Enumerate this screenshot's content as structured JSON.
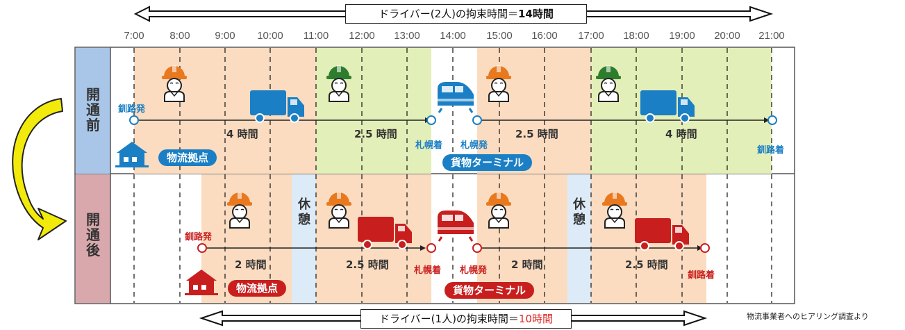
{
  "top_banner": {
    "prefix": "ドライバー(2人)の拘束時間＝",
    "value": "14時間"
  },
  "bottom_banner": {
    "prefix": "ドライバー(1人)の拘束時間＝",
    "value": "10時間"
  },
  "time_labels": [
    "7:00",
    "8:00",
    "9:00",
    "10:00",
    "11:00",
    "12:00",
    "13:00",
    "14:00",
    "15:00",
    "16:00",
    "17:00",
    "18:00",
    "19:00",
    "20:00",
    "21:00"
  ],
  "rows": {
    "before": {
      "label_chars": [
        "開",
        "通",
        "前"
      ]
    },
    "after": {
      "label_chars": [
        "開",
        "通",
        "後"
      ]
    }
  },
  "before_row": {
    "depart_label": "釧路発",
    "hub_label": "物流拠点",
    "leg1_duration": "4 時間",
    "leg2_duration": "2.5 時間",
    "arrive_sapporo": "札幌着",
    "depart_sapporo": "札幌発",
    "terminal_label": "貨物ターミナル",
    "leg3_duration": "2.5 時間",
    "leg4_duration": "4 時間",
    "arrive_kushiro": "釧路着"
  },
  "after_row": {
    "depart_label": "釧路発",
    "hub_label": "物流拠点",
    "leg1_duration": "2 時間",
    "rest1": [
      "休",
      "憩"
    ],
    "leg2_duration": "2.5 時間",
    "arrive_sapporo": "札幌着",
    "depart_sapporo": "札幌発",
    "terminal_label": "貨物ターミナル",
    "leg3_duration": "2 時間",
    "rest2": [
      "休",
      "憩"
    ],
    "leg4_duration": "2.5 時間",
    "arrive_kushiro": "釧路着"
  },
  "source_note": "物流事業者へのヒアリング調査より",
  "colors": {
    "orange_bg": "#fbdcc0",
    "green_bg": "#e3efb8",
    "rest_bg": "#dcebf7",
    "before_label_bg": "#a9c6e8",
    "after_label_bg": "#d9a8ad",
    "blue": "#1a7fc4",
    "red": "#c81e1e",
    "worker_orange": "#e8791e",
    "worker_green": "#2e7d2e",
    "arrow_yellow": "#f2ea0a"
  }
}
